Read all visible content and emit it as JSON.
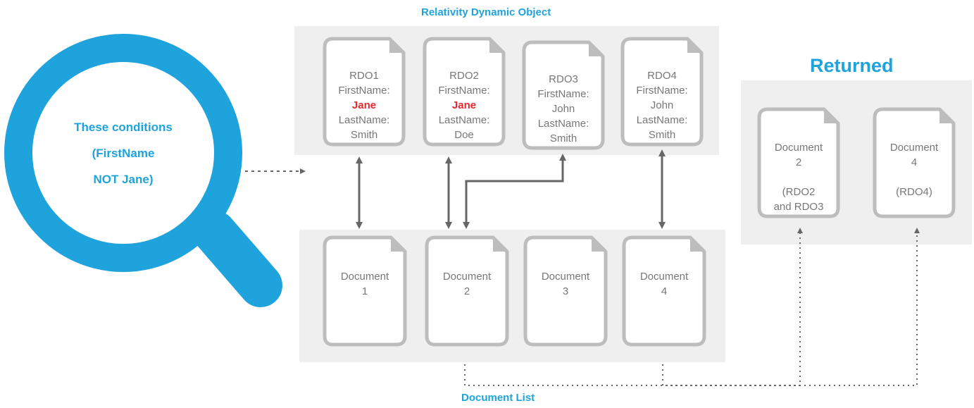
{
  "title": "Relativity Dynamic Object",
  "returned_title": "Returned",
  "document_list_label": "Document List",
  "search_lines": [
    "These conditions",
    "(FirstName",
    "NOT Jane)"
  ],
  "rdo_cards": [
    {
      "lines": [
        "RDO1",
        "FirstName:",
        "Jane",
        "LastName:",
        "Smith"
      ],
      "highlight": 2
    },
    {
      "lines": [
        "RDO2",
        "FirstName:",
        "Jane",
        "LastName:",
        "Doe"
      ],
      "highlight": 2
    },
    {
      "lines": [
        "RDO3",
        "FirstName:",
        "John",
        "LastName:",
        "Smith"
      ],
      "highlight": -1
    },
    {
      "lines": [
        "RDO4",
        "FirstName:",
        "John",
        "LastName:",
        "Smith"
      ],
      "highlight": -1
    }
  ],
  "document_cards": [
    {
      "lines": [
        "Document",
        "1"
      ]
    },
    {
      "lines": [
        "Document",
        "2"
      ]
    },
    {
      "lines": [
        "Document",
        "3"
      ]
    },
    {
      "lines": [
        "Document",
        "4"
      ]
    }
  ],
  "returned_cards": [
    {
      "lines": [
        "Document",
        "2",
        "",
        "(RDO2",
        "and RDO3"
      ]
    },
    {
      "lines": [
        "Document",
        "4",
        "",
        "(RDO4)"
      ]
    }
  ],
  "colors": {
    "accent_blue": "#1fa3dc",
    "highlight_red": "#e8262d",
    "panel_gray": "#efefef",
    "card_border": "#bdbdbd",
    "arrow_gray": "#666666"
  }
}
